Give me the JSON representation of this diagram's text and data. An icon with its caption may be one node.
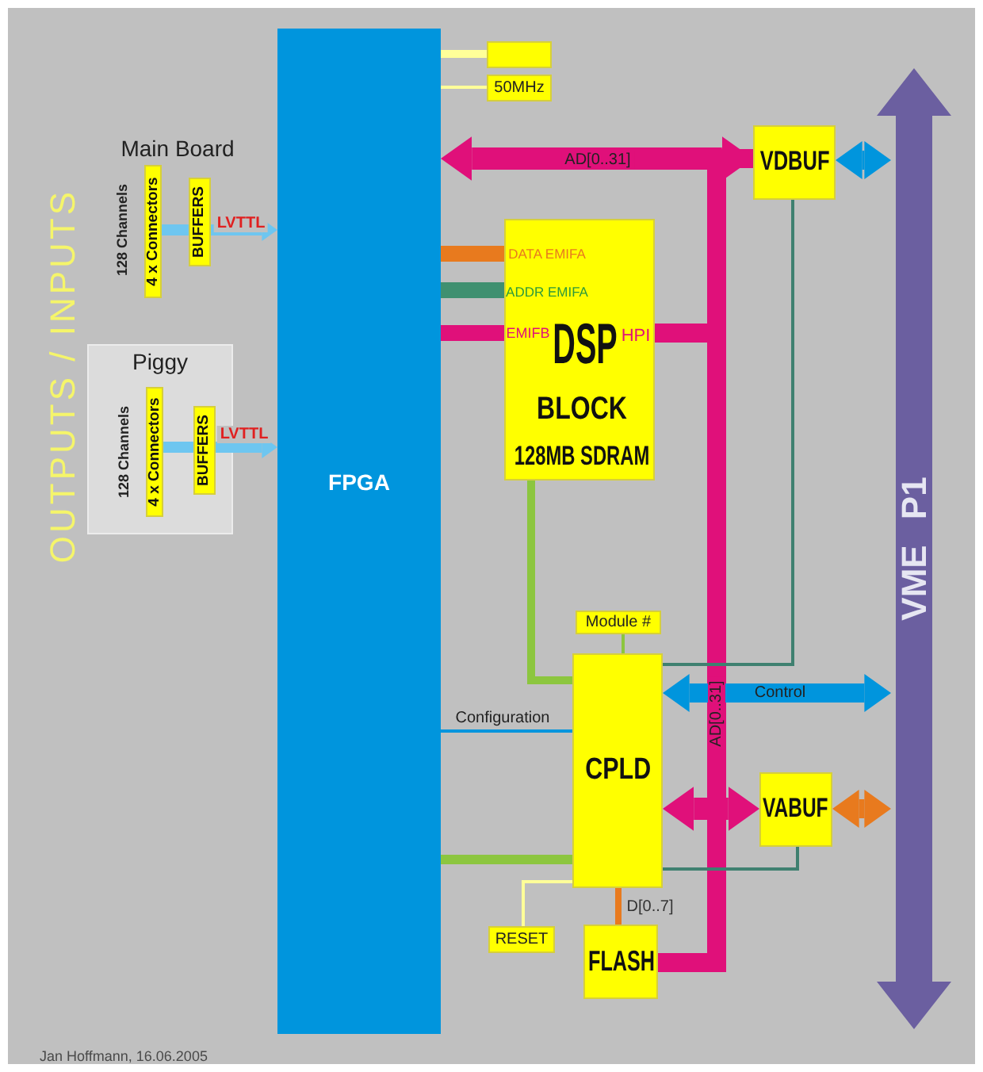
{
  "diagram": {
    "nodes": [
      {
        "text": [
          "FPGA"
        ]
      },
      {
        "text": [],
        "shape": "box"
      },
      {
        "text": [
          "50MHz"
        ]
      },
      {
        "text": [
          "VDBUF"
        ]
      },
      {
        "text": [
          "DATA EMIFA",
          "ADDR EMIFA",
          "EMIFB",
          "DSP",
          "HPI",
          "BLOCK",
          "128MB SDRAM"
        ]
      },
      {
        "text": [
          "Module #"
        ]
      },
      {
        "text": [
          "CPLD"
        ]
      },
      {
        "text": [
          "VABUF"
        ]
      },
      {
        "text": [
          "RESET"
        ]
      },
      {
        "text": [
          "FLASH"
        ]
      },
      {
        "text": [
          "VME P1"
        ]
      },
      {
        "text": [
          "4 x Connectors"
        ],
        "beside": [
          "128 Channels"
        ]
      },
      {
        "text": [
          "BUFFERS"
        ]
      },
      {
        "text": [
          "Piggy"
        ]
      },
      {
        "text": [
          "4 x Connectors"
        ],
        "beside": [
          "128 Channels"
        ],
        "in": 13
      },
      {
        "text": [
          "BUFFERS"
        ],
        "in": 13
      }
    ],
    "edges": [
      {
        "from": 0,
        "to": 1,
        "arrow": "none",
        "color": "#ffff99"
      },
      {
        "from": 0,
        "to": 2,
        "arrow": "none",
        "color": "#ffff99"
      },
      {
        "from": 0,
        "to": 3,
        "arrow": "both",
        "style": "thick",
        "color": "#e0107a",
        "label": "AD[0..31]"
      },
      {
        "from": 3,
        "to": 10,
        "arrow": "both",
        "color": "#0095dd"
      },
      {
        "from": 0,
        "to": 4,
        "arrow": "none",
        "color": "#e87a1e"
      },
      {
        "from": 0,
        "to": 4,
        "arrow": "none",
        "color": "#3f9070"
      },
      {
        "from": 0,
        "to": 4,
        "arrow": "none",
        "color": "#e0107a"
      },
      {
        "from": 4,
        "to": 3,
        "arrow": "none",
        "color": "#e0107a"
      },
      {
        "from": 9,
        "to": 3,
        "arrow": "none",
        "color": "#e0107a",
        "label": "AD[0..31]"
      },
      {
        "from": 6,
        "to": 7,
        "arrow": "both",
        "style": "thick",
        "color": "#e0107a"
      },
      {
        "from": 7,
        "to": 10,
        "arrow": "both",
        "color": "#e87a1e"
      },
      {
        "from": 6,
        "to": 10,
        "arrow": "both",
        "color": "#0095dd",
        "label": "Control"
      },
      {
        "from": 4,
        "to": 6,
        "arrow": "none",
        "color": "#8cc63f"
      },
      {
        "from": 0,
        "to": 6,
        "arrow": "none",
        "color": "#0095dd",
        "label": "Configuration"
      },
      {
        "from": 0,
        "to": 6,
        "arrow": "none",
        "color": "#8cc63f"
      },
      {
        "from": 5,
        "to": 6,
        "arrow": "none",
        "color": "#8cc63f"
      },
      {
        "from": 3,
        "to": 6,
        "arrow": "none",
        "color": "#3f8070"
      },
      {
        "from": 7,
        "to": 6,
        "arrow": "none",
        "color": "#3f8070"
      },
      {
        "from": 6,
        "to": 8,
        "arrow": "none",
        "color": "#ffff99"
      },
      {
        "from": 6,
        "to": 9,
        "arrow": "none",
        "color": "#e87a1e",
        "label": "D[0..7]"
      },
      {
        "from": 11,
        "to": 12,
        "arrow": "none",
        "color": "#6ec6f0"
      },
      {
        "from": 12,
        "to": 0,
        "arrow": "to",
        "color": "#6ec6f0",
        "label": "LVTTL"
      },
      {
        "from": 14,
        "to": 15,
        "arrow": "none",
        "color": "#6ec6f0"
      },
      {
        "from": 15,
        "to": 0,
        "arrow": "to",
        "color": "#6ec6f0",
        "label": "LVTTL"
      }
    ],
    "labels": [
      "OUTPUTS / INPUTS",
      "Main Board",
      "Jan Hoffmann, 16.06.2005"
    ]
  }
}
